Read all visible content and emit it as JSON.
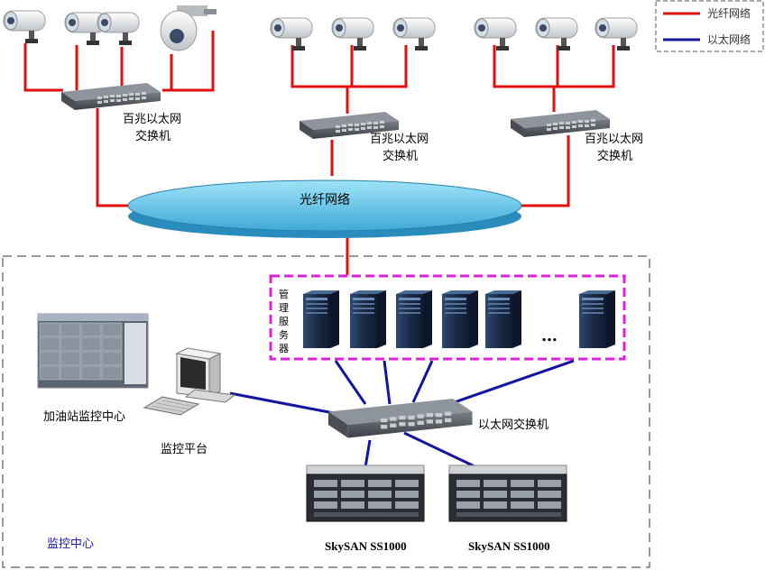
{
  "legend": {
    "fiber_label": "光纤网络",
    "ethernet_label": "以太网络",
    "fiber_color": "#e01010",
    "ethernet_color": "#1414a0"
  },
  "network": {
    "cloud_label": "光纤网络"
  },
  "switches": {
    "switch_1_label_line1": "百兆以太网",
    "switch_1_label_line2": "交换机",
    "switch_2_label_line1": "百兆以太网",
    "switch_2_label_line2": "交换机",
    "switch_3_label_line1": "百兆以太网",
    "switch_3_label_line2": "交换机",
    "center_switch_label": "以太网交换机"
  },
  "servers": {
    "group_label_chars": [
      "管",
      "理",
      "服",
      "务",
      "器"
    ],
    "ellipsis": "…"
  },
  "center": {
    "monitor_center_label": "加油站监控中心",
    "platform_label": "监控平台",
    "area_label": "监控中心"
  },
  "storage": {
    "unit_1_label": "SkySAN SS1000",
    "unit_2_label": "SkySAN SS1000"
  }
}
